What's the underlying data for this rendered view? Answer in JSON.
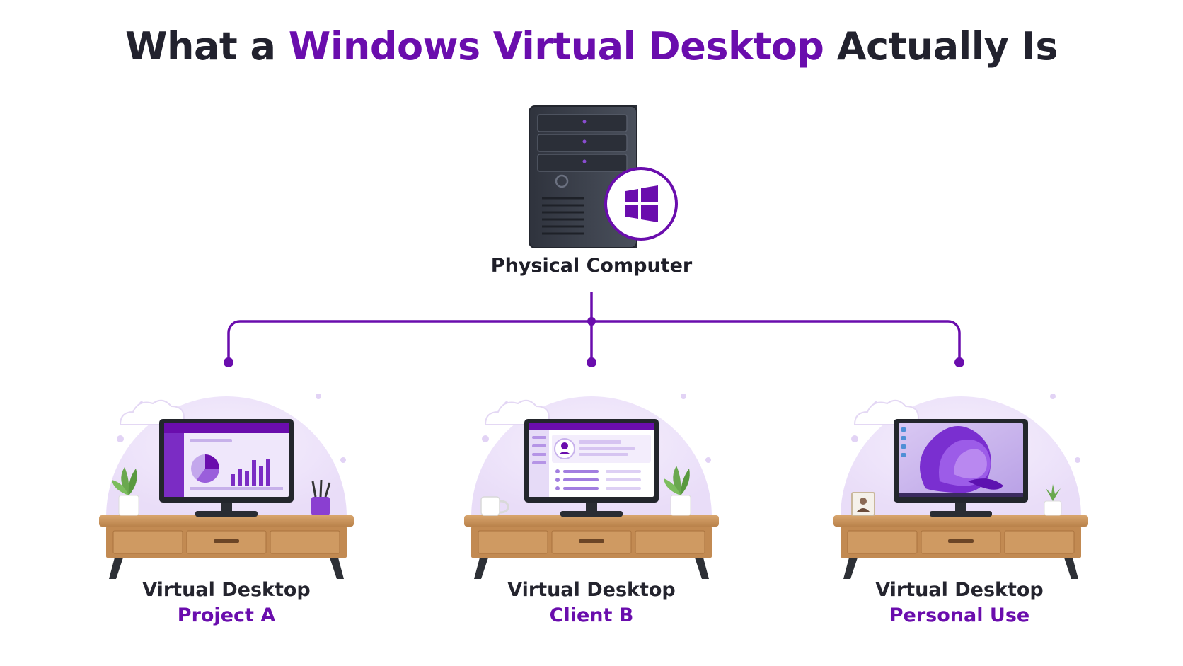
{
  "title": {
    "prefix": "What a ",
    "highlight": "Windows Virtual Desktop",
    "suffix": " Actually Is"
  },
  "server": {
    "label": "Physical Computer",
    "badge_icon": "windows-logo-icon"
  },
  "desktops": [
    {
      "line1": "Virtual Desktop",
      "line2": "Project A",
      "screen": "dashboard-chart"
    },
    {
      "line1": "Virtual Desktop",
      "line2": "Client B",
      "screen": "profile-page"
    },
    {
      "line1": "Virtual Desktop",
      "line2": "Personal Use",
      "screen": "windows-wallpaper"
    }
  ],
  "colors": {
    "accent": "#6a0dad",
    "text": "#24242e",
    "bubble": "#efe6fa",
    "desk": "#c9925a",
    "tower": "#3a3f4b"
  }
}
